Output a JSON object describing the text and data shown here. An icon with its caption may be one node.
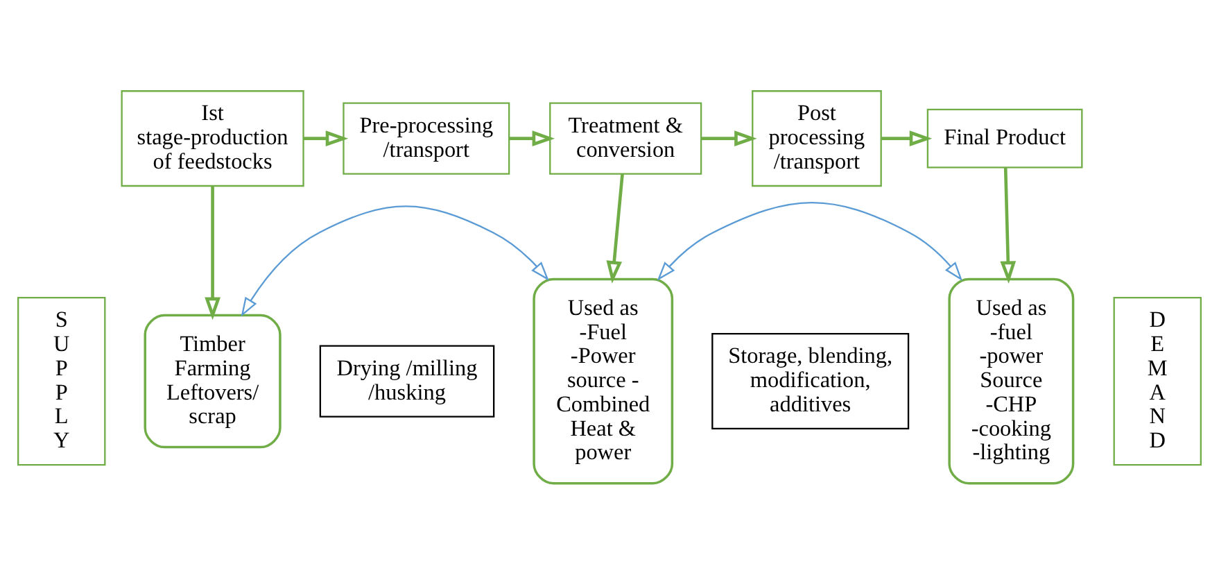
{
  "diagram": {
    "nodes": [
      {
        "text": [
          "Ist stage-production of feedstocks"
        ]
      },
      {
        "text": [
          "Pre-processing /transport"
        ]
      },
      {
        "text": [
          "Treatment & conversion"
        ]
      },
      {
        "text": [
          "Post processing /transport"
        ]
      },
      {
        "text": [
          "Final Product"
        ]
      },
      {
        "text": [
          "SUPPLY"
        ]
      },
      {
        "text": [
          "Timber Farming Leftovers/ scrap"
        ]
      },
      {
        "text": [
          "Drying /milling /husking"
        ]
      },
      {
        "text": [
          "Used as -Fuel -Power source - Combined Heat & power"
        ]
      },
      {
        "text": [
          "Storage, blending, modification, additives"
        ]
      },
      {
        "text": [
          "Used as -fuel -power Source -CHP -cooking -lighting"
        ]
      },
      {
        "text": [
          "DEMAND"
        ]
      }
    ],
    "edges": [
      {
        "from": 0,
        "to": 1,
        "arrow": "to"
      },
      {
        "from": 1,
        "to": 2,
        "arrow": "to"
      },
      {
        "from": 2,
        "to": 3,
        "arrow": "to"
      },
      {
        "from": 3,
        "to": 4,
        "arrow": "to"
      },
      {
        "from": 0,
        "to": 6,
        "arrow": "to"
      },
      {
        "from": 2,
        "to": 8,
        "arrow": "to"
      },
      {
        "from": 4,
        "to": 10,
        "arrow": "to"
      },
      {
        "from": 6,
        "to": 8,
        "arrow": "both",
        "color": "#5b9bd5"
      },
      {
        "from": 8,
        "to": 10,
        "arrow": "both",
        "color": "#5b9bd5"
      }
    ]
  }
}
